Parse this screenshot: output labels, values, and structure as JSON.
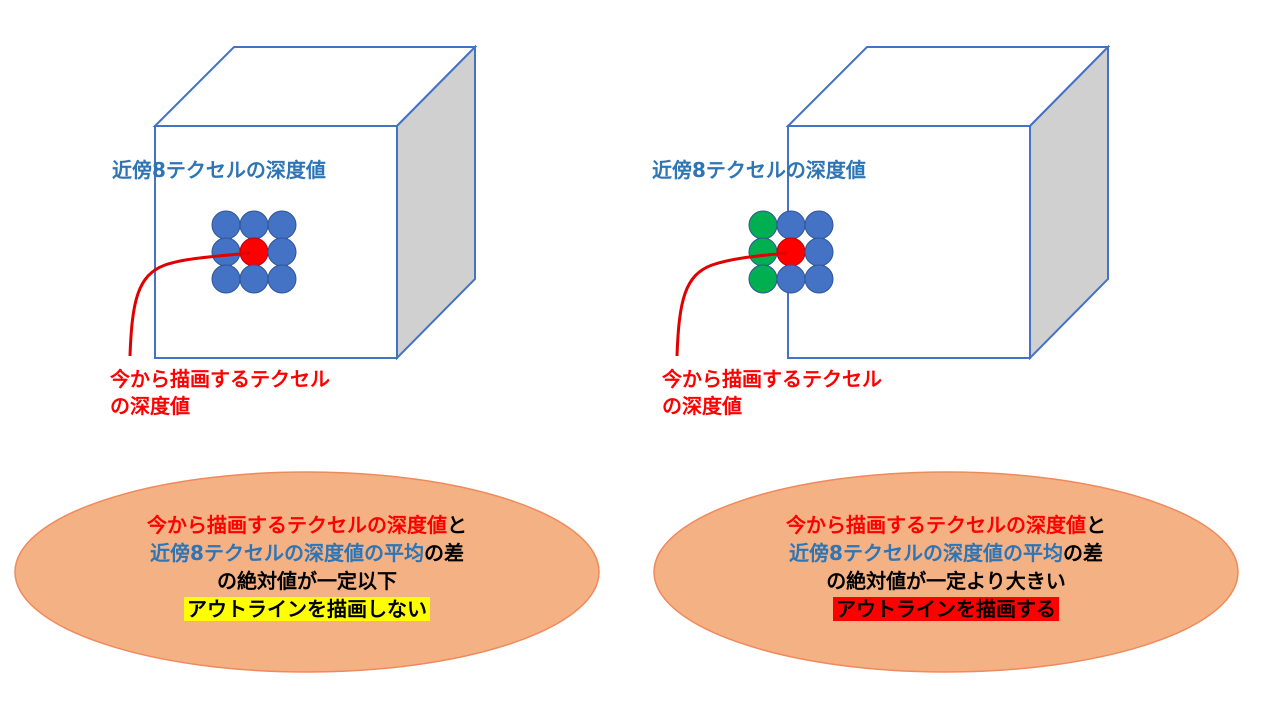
{
  "colors": {
    "cube_edge": "#4472c4",
    "cube_side": "#d0d0d0",
    "neighbor_dot": "#4472c4",
    "current_dot": "#ff0000",
    "edge_dot": "#00b050",
    "arrow": "#e00000",
    "ellipse_fill": "#f4b183",
    "ellipse_edge": "#f08a5d",
    "blue_text": "#2e75b6",
    "red_text": "#ff0000",
    "highlight_yellow": "#ffff00",
    "highlight_red": "#ff0000"
  },
  "left": {
    "neighbor_label": "近傍8テクセルの深度値",
    "current_label_line1": "今から描画するテクセル",
    "current_label_line2": "の深度値",
    "ellipse": {
      "red_part": "今から描画するテクセルの深度値",
      "and": "と",
      "blue_part": "近傍8テクセルの深度値の平均",
      "diff": "の差",
      "condition": "の絶対値が一定以下",
      "result": "アウトラインを描画しない"
    }
  },
  "right": {
    "neighbor_label": "近傍8テクセルの深度値",
    "current_label_line1": "今から描画するテクセル",
    "current_label_line2": "の深度値",
    "ellipse": {
      "red_part": "今から描画するテクセルの深度値",
      "and": "と",
      "blue_part": "近傍8テクセルの深度値の平均",
      "diff": "の差",
      "condition": "の絶対値が一定より大きい",
      "result": "アウトラインを描画する"
    }
  }
}
